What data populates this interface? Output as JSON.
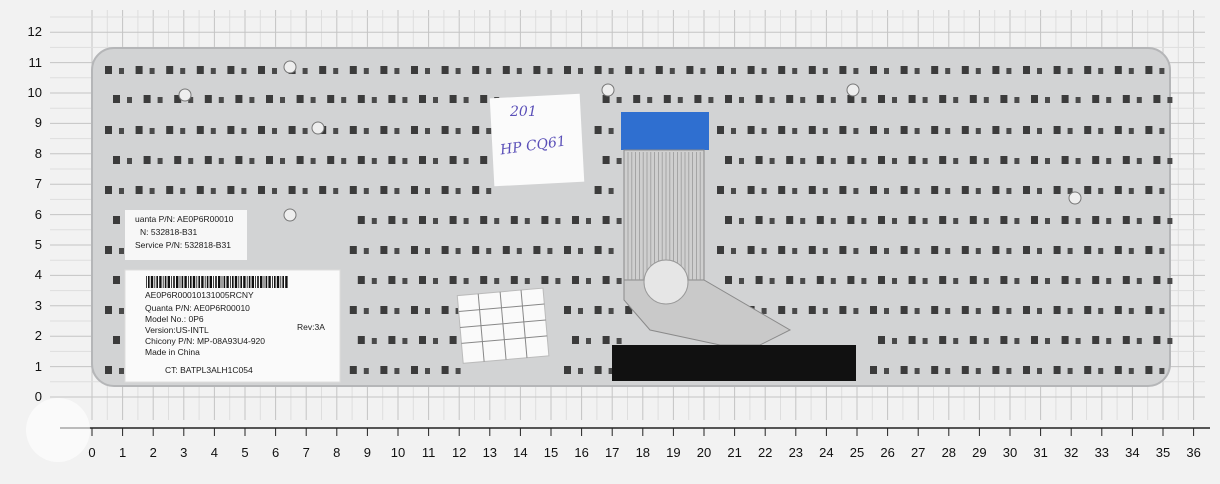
{
  "grid": {
    "y_ticks": [
      "0",
      "1",
      "2",
      "3",
      "4",
      "5",
      "6",
      "7",
      "8",
      "9",
      "10",
      "11",
      "12"
    ],
    "x_ticks": [
      "0",
      "1",
      "2",
      "3",
      "4",
      "5",
      "6",
      "7",
      "8",
      "9",
      "10",
      "11",
      "12",
      "13",
      "14",
      "15",
      "16",
      "17",
      "18",
      "19",
      "20",
      "21",
      "22",
      "23",
      "24",
      "25",
      "26",
      "27",
      "28",
      "29",
      "30",
      "31",
      "32",
      "33",
      "34",
      "35",
      "36"
    ]
  },
  "labels": {
    "small_sticker": [
      "uanta P/N: AE0P6R00010",
      "N: 532818-B31",
      "Service P/N: 532818-B31"
    ],
    "main_sticker": {
      "barcode_text": "AE0P6R00010131005RCNY",
      "quanta_pn": "Quanta P/N: AE0P6R00010",
      "model": "Model No.: 0P6",
      "version": "Version:US-INTL",
      "rev": "Rev:3A",
      "chicony": "Chicony P/N: MP-08A93U4-920",
      "made_in": "Made in China",
      "ct": "CT: BATPL3ALH1C054"
    },
    "handwritten_note": [
      "201",
      "HP CQ61"
    ]
  },
  "colors": {
    "background": "#f2f2f2",
    "grid_line": "#c8c8c8",
    "plate": "#d2d3d4",
    "hole": "#3a3a3a",
    "ribbon": "#2f6fd0",
    "connector": "#111111"
  }
}
